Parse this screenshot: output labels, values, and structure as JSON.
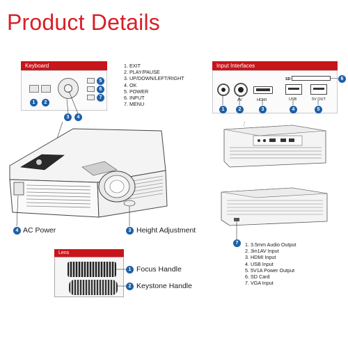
{
  "title": "Product Details",
  "keyboard": {
    "header": "Keyboard",
    "items": [
      "1. EXIT",
      "2. PLAY/PAUSE",
      "3. UP/DOWN/LEFT/RIGHT",
      "4. OK",
      "5. POWER",
      "6. INPUT",
      "7. MENU"
    ],
    "numbers": [
      "1",
      "2",
      "3",
      "4",
      "5",
      "6",
      "7"
    ]
  },
  "interfaces": {
    "header": "Input Interfaces",
    "port_labels": [
      "AV",
      "HDMI",
      "USB",
      "5V OUT",
      "SD"
    ],
    "numbers": [
      "1",
      "2",
      "3",
      "4",
      "5",
      "6"
    ],
    "items": [
      "1. 3.5mm Audio Output",
      "2. 3in1AV Input",
      "3. HDMI Input",
      "4. USB Input",
      "5. 5V1A Power Output",
      "6. SD Card",
      "7. VGA Input"
    ],
    "vga_number": "7"
  },
  "callouts": {
    "ac_power": {
      "number": "4",
      "label": "AC Power"
    },
    "height_adjustment": {
      "number": "3",
      "label": "Height Adjustment"
    }
  },
  "lens": {
    "header": "Lens",
    "focus": {
      "number": "1",
      "label": "Focus Handle"
    },
    "keystone": {
      "number": "2",
      "label": "Keystone Handle"
    }
  },
  "colors": {
    "accent_red": "#c8151b",
    "badge_blue": "#1e5fa8"
  }
}
